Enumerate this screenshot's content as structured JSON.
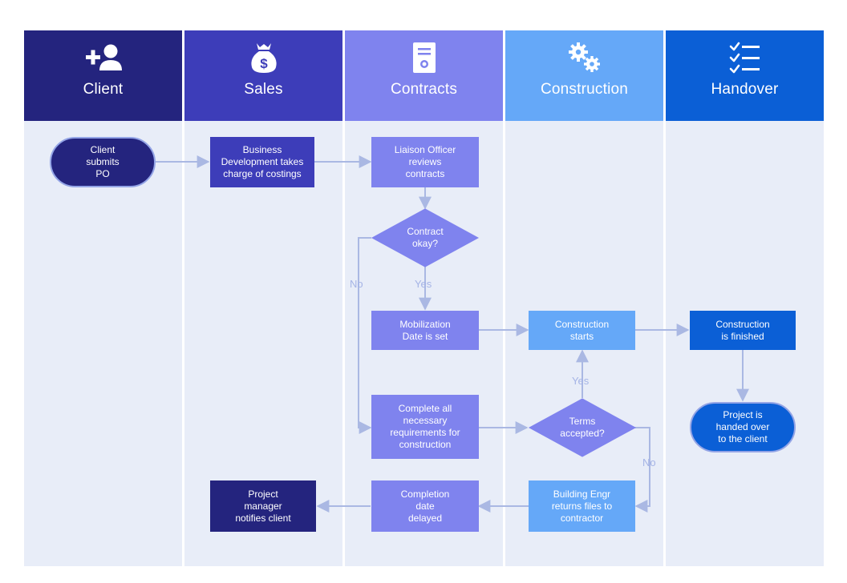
{
  "colors": {
    "client": "#24247e",
    "sales": "#3d3db9",
    "contracts": "#7f83ee",
    "construction": "#65a8f8",
    "handover": "#0b5fd6",
    "connector": "#aab8e3"
  },
  "lanes": [
    {
      "id": "client",
      "title": "Client",
      "icon": "add-user-icon"
    },
    {
      "id": "sales",
      "title": "Sales",
      "icon": "money-bag-icon"
    },
    {
      "id": "contracts",
      "title": "Contracts",
      "icon": "contract-document-icon"
    },
    {
      "id": "construction",
      "title": "Construction",
      "icon": "gears-icon"
    },
    {
      "id": "handover",
      "title": "Handover",
      "icon": "checklist-icon"
    }
  ],
  "nodes": {
    "client_po": "Client\nsubmits\nPO",
    "bd_costings": "Business\nDevelopment takes\ncharge of costings",
    "liaison_review": "Liaison Officer\nreviews\ncontracts",
    "contract_okay": "Contract\nokay?",
    "mobilization": "Mobilization\nDate is set",
    "construction_starts": "Construction\nstarts",
    "construction_finished": "Construction\nis finished",
    "handed_over": "Project is\nhanded over\nto the client",
    "complete_requirements": "Complete all\nnecessary\nrequirements for\nconstruction",
    "terms_accepted": "Terms\naccepted?",
    "engr_returns": "Building Engr\nreturns files to\ncontractor",
    "completion_delayed": "Completion\ndate\ndelayed",
    "pm_notifies": "Project\nmanager\nnotifies client"
  },
  "edge_labels": {
    "contract_yes": "Yes",
    "contract_no": "No",
    "terms_yes": "Yes",
    "terms_no": "No"
  }
}
